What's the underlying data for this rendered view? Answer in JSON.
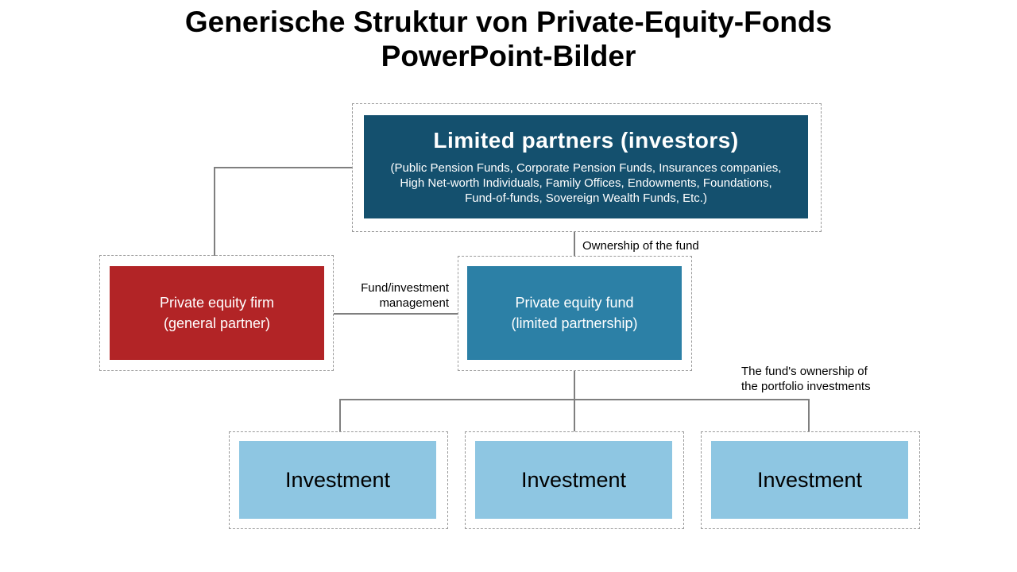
{
  "title": {
    "line1": "Generische Struktur von Private-Equity-Fonds",
    "line2": "PowerPoint-Bilder"
  },
  "colors": {
    "limited_partners_bg": "#14506e",
    "pe_firm_bg": "#b22426",
    "pe_fund_bg": "#2c80a6",
    "investment_bg": "#8ec6e2",
    "connector": "#7f7f7f",
    "dashed_border": "#9a9a9a"
  },
  "nodes": {
    "limited_partners": {
      "heading": "Limited partners (investors)",
      "subtext": "(Public Pension Funds, Corporate Pension Funds, Insurances companies, High Net-worth Individuals, Family Offices, Endowments, Foundations, Fund-of-funds, Sovereign Wealth Funds, Etc.)"
    },
    "pe_firm": {
      "line1": "Private equity firm",
      "line2": "(general partner)"
    },
    "pe_fund": {
      "line1": "Private equity fund",
      "line2": "(limited partnership)"
    },
    "investments": [
      "Investment",
      "Investment",
      "Investment"
    ]
  },
  "labels": {
    "management": {
      "line1": "Fund/investment",
      "line2": "management"
    },
    "ownership": "Ownership of the fund",
    "portfolio": {
      "line1": "The fund's ownership of",
      "line2": "the portfolio investments"
    }
  }
}
